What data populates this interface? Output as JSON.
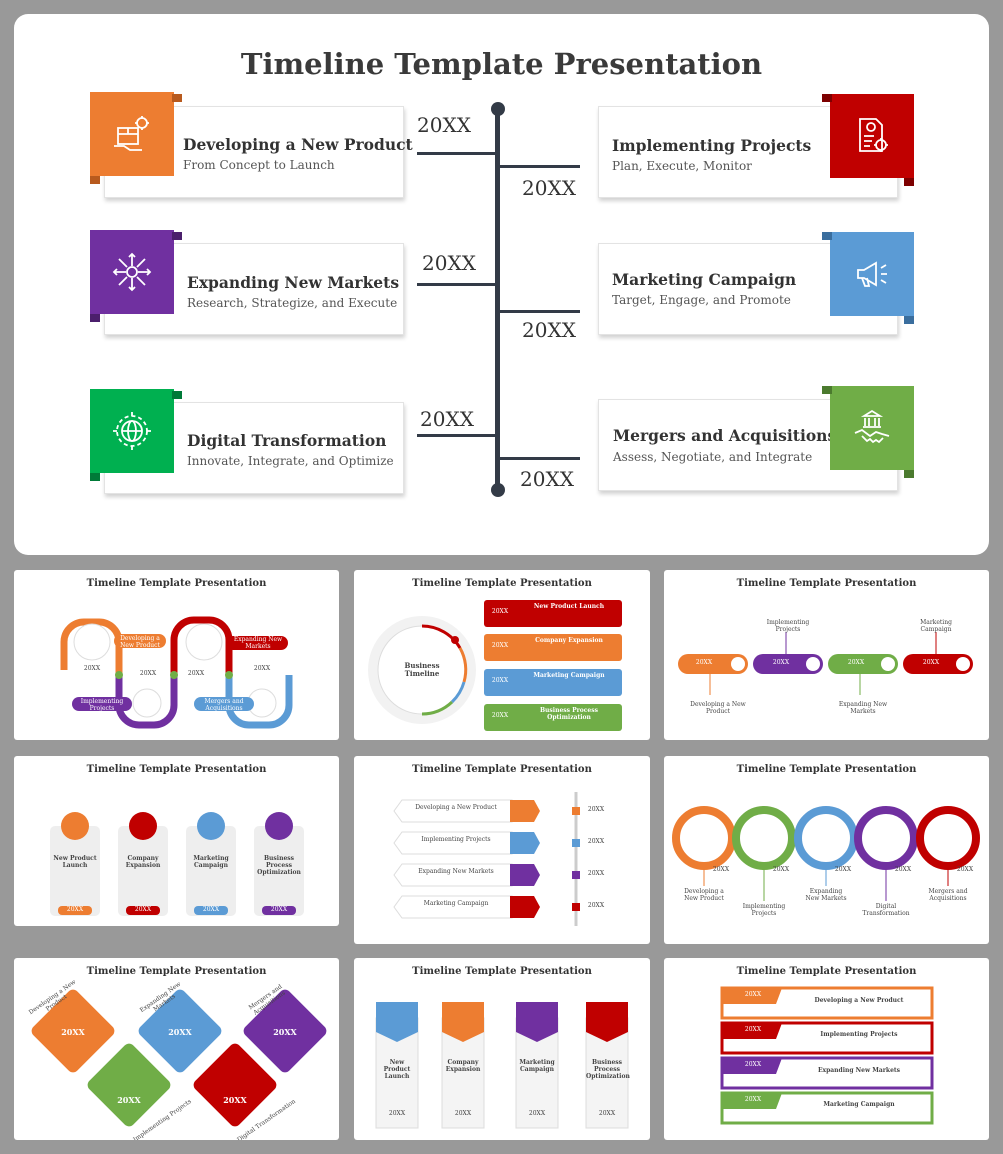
{
  "main": {
    "title": "Timeline Template Presentation",
    "left": [
      {
        "title": "Developing a New Product",
        "subtitle": "From Concept to Launch",
        "year": "20XX",
        "color": "#ED7D31",
        "icon": "product-box-icon"
      },
      {
        "title": "Expanding  New Markets",
        "subtitle": "Research, Strategize, and Execute",
        "year": "20XX",
        "color": "#7030A0",
        "icon": "network-arrows-icon"
      },
      {
        "title": "Digital Transformation",
        "subtitle": "Innovate, Integrate, and Optimize",
        "year": "20XX",
        "color": "#00B050",
        "icon": "globe-gear-icon"
      }
    ],
    "right": [
      {
        "title": "Implementing Projects",
        "subtitle": "Plan, Execute, Monitor",
        "year": "20XX",
        "color": "#C00000",
        "icon": "document-gear-icon"
      },
      {
        "title": "Marketing Campaign",
        "subtitle": "Target, Engage, and Promote",
        "year": "20XX",
        "color": "#5B9BD5",
        "icon": "megaphone-icon"
      },
      {
        "title": "Mergers and Acquisitions",
        "subtitle": "Assess, Negotiate, and Integrate",
        "year": "20XX",
        "color": "#70AD47",
        "icon": "handshake-bank-icon"
      }
    ]
  },
  "thumbs": [
    {
      "title": "Timeline Template Presentation",
      "labels": [
        "Developing a New Product",
        "Expanding New Markets",
        "Implementing Projects",
        "Mergers and Acquisitions",
        "20XX",
        "20XX",
        "20XX",
        "20XX"
      ]
    },
    {
      "title": "Timeline Template Presentation",
      "center": "Business Timeline",
      "labels": [
        "20XX",
        "New Product Launch",
        "20XX",
        "Company Expansion",
        "20XX",
        "Marketing Campaign",
        "20XX",
        "Business Process Optimization"
      ]
    },
    {
      "title": "Timeline Template Presentation",
      "labels": [
        "Implementing Projects",
        "Marketing Campaign",
        "20XX",
        "20XX",
        "20XX",
        "20XX",
        "Developing a New Product",
        "Expanding  New Markets"
      ]
    },
    {
      "title": "Timeline Template Presentation",
      "labels": [
        "New Product Launch",
        "Company Expansion",
        "Marketing Campaign",
        "Business Process Optimization",
        "20XX",
        "20XX",
        "20XX",
        "20XX"
      ]
    },
    {
      "title": "Timeline Template Presentation",
      "labels": [
        "Developing a New Product",
        "Implementing Projects",
        "Expanding  New Markets",
        "Marketing Campaign",
        "20XX",
        "20XX",
        "20XX",
        "20XX"
      ]
    },
    {
      "title": "Timeline Template Presentation",
      "labels": [
        "20XX",
        "20XX",
        "20XX",
        "20XX",
        "20XX",
        "Developing a New Product",
        "Implementing Projects",
        "Expanding New Markets",
        "Digital Transformation",
        "Mergers and Acquisitions"
      ]
    },
    {
      "title": "Timeline Template Presentation",
      "labels": [
        "Developing a New Product",
        "Expanding  New Markets",
        "Mergers and Acquisitions",
        "20XX",
        "20XX",
        "20XX",
        "20XX",
        "20XX",
        "Implementing Projects",
        "Digital Transformation"
      ]
    },
    {
      "title": "Timeline Template Presentation",
      "labels": [
        "New Product Launch",
        "Company Expansion",
        "Marketing Campaign",
        "Business Process Optimization",
        "20XX",
        "20XX",
        "20XX",
        "20XX"
      ]
    },
    {
      "title": "Timeline Template Presentation",
      "labels": [
        "20XX",
        "Developing a New Product",
        "20XX",
        "Implementing Projects",
        "20XX",
        "Expanding  New Markets",
        "20XX",
        "Marketing Campaign"
      ]
    }
  ]
}
